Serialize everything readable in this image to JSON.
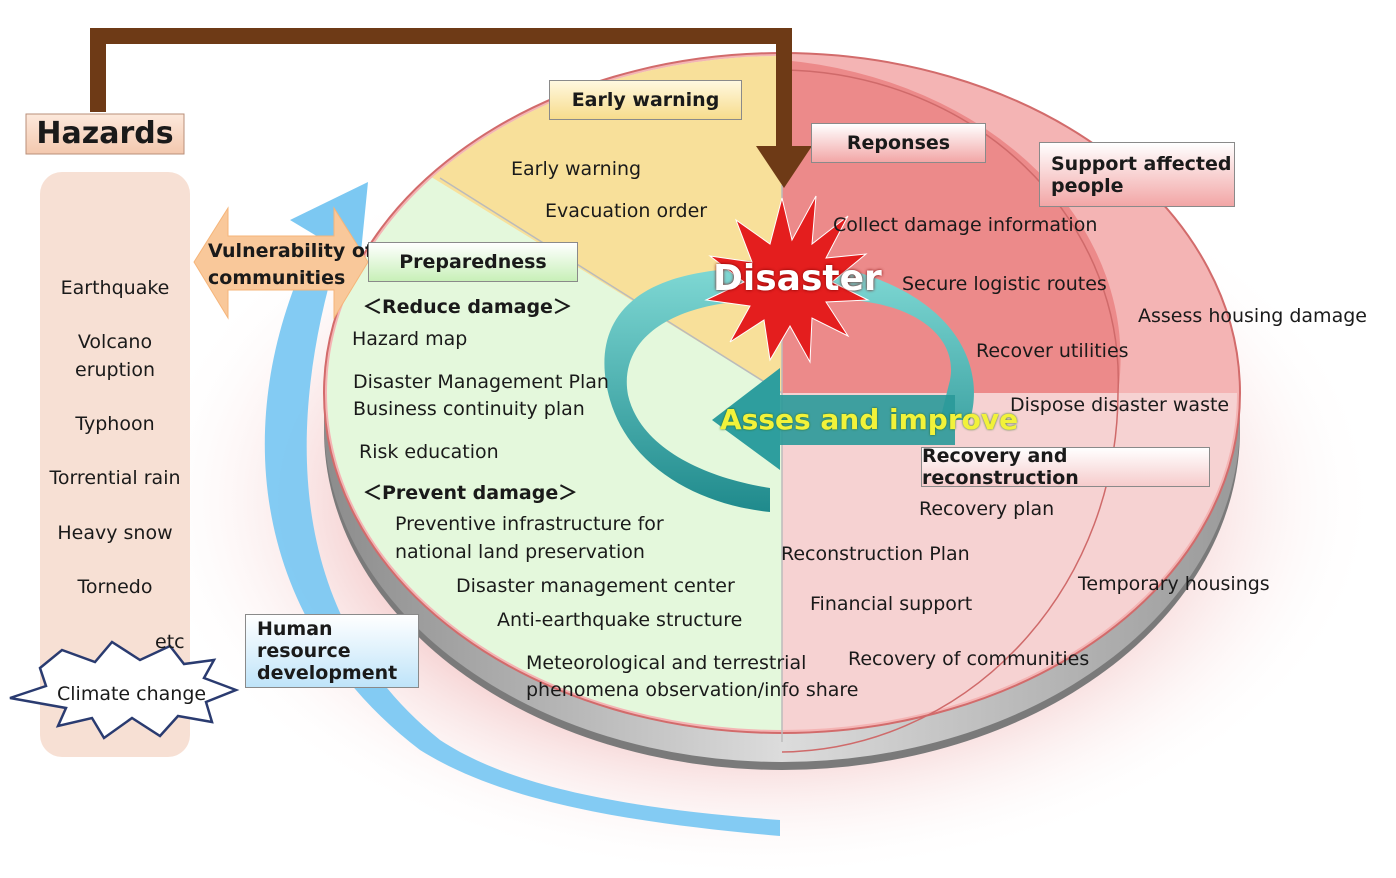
{
  "hazards": {
    "title": "Hazards",
    "items": [
      "Earthquake",
      "Volcano",
      "eruption",
      "Typhoon",
      "Torrential rain",
      "Heavy snow",
      "Tornedo",
      "etc"
    ],
    "climate": "Climate change"
  },
  "vulnerability": {
    "line1": "Vulnerability of",
    "line2": "communities"
  },
  "human_resource": {
    "line1": "Human resource",
    "line2": "development"
  },
  "center": {
    "disaster": "Disaster",
    "cycle": "Asses and improve"
  },
  "early_warning": {
    "header": "Early warning",
    "items": [
      "Early warning",
      "Evacuation order"
    ]
  },
  "preparedness": {
    "header": "Preparedness",
    "reduce_heading": "＜Reduce damage＞",
    "reduce_items": [
      "Hazard map",
      "Disaster Management Plan",
      "Business continuity plan",
      "Risk education"
    ],
    "prevent_heading": "＜Prevent damage＞",
    "prevent_items": [
      "Preventive infrastructure for",
      "national land preservation",
      "Disaster management center",
      "Anti-earthquake structure",
      "Meteorological and terrestrial",
      "phenomena  observation/info share"
    ]
  },
  "responses": {
    "header": "Reponses",
    "items": [
      "Collect damage information",
      "Secure logistic routes",
      "Recover utilities",
      "Dispose disaster waste"
    ]
  },
  "support": {
    "header_line1": "Support affected",
    "header_line2": "people",
    "items": [
      "Assess housing damage",
      "Temporary housings"
    ]
  },
  "recovery": {
    "header": "Recovery and reconstruction",
    "items": [
      "Recovery plan",
      "Reconstruction Plan",
      "Financial support",
      "Recovery of communities"
    ]
  },
  "colors": {
    "preparedness_fill": "#e4f8dc",
    "early_warning_fill": "#f8e09a",
    "responses_fill": "#ec8a8a",
    "recovery_fill": "#f6d2d2",
    "outer_ring_fill": "#f4b4b4",
    "hazards_panel": "#f7e0d4",
    "brown_arrow": "#6e3a16",
    "blue_arrow": "#7cc8f2",
    "teal_arrow": "#2e9e9e",
    "disaster_burst": "#e41e1e",
    "cycle_text": "#f2f23a"
  }
}
